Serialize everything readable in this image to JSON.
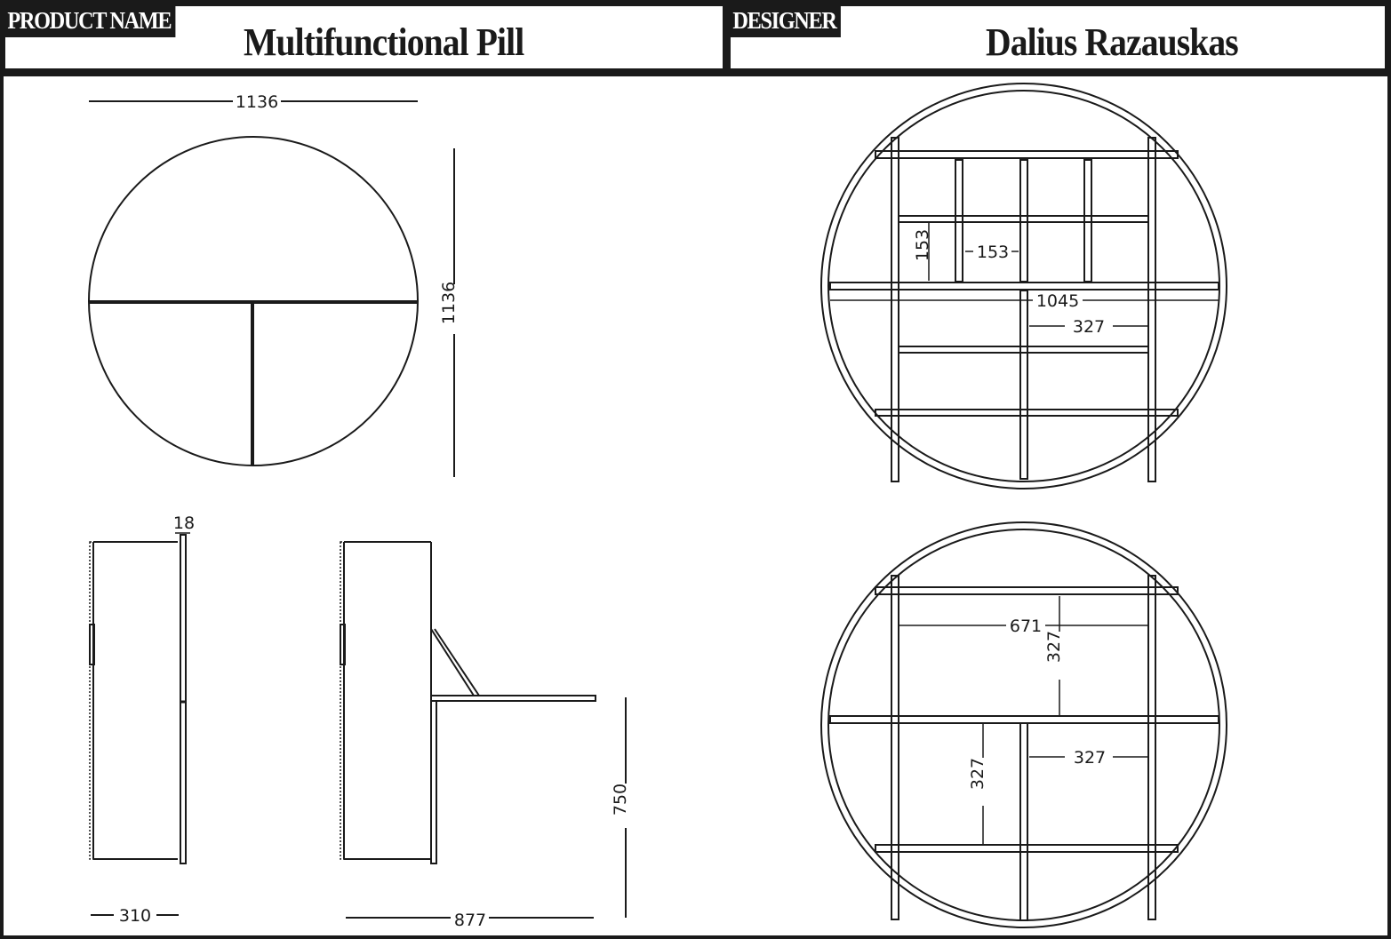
{
  "header": {
    "product_tag": "PRODUCT NAME",
    "product_name": "Multifunctional Pill",
    "designer_tag": "DESIGNER",
    "designer_name": "Dalius Razauskas"
  },
  "colors": {
    "ink": "#1a1a1a",
    "paper": "#ffffff"
  },
  "front_view": {
    "width_label": "1136",
    "height_label": "1136"
  },
  "side_view_closed": {
    "door_thickness_label": "18",
    "depth_label": "310"
  },
  "side_view_open": {
    "depth_label": "877",
    "desk_height_label": "750"
  },
  "open_view_top": {
    "small_cell_height_label": "153",
    "small_cell_width_label": "153",
    "inner_width_label": "1045",
    "cell_width_label": "327"
  },
  "open_view_bottom": {
    "compartment_width_label": "671",
    "upper_height_label": "327",
    "lower_height_label": "327",
    "lower_width_label": "327"
  }
}
